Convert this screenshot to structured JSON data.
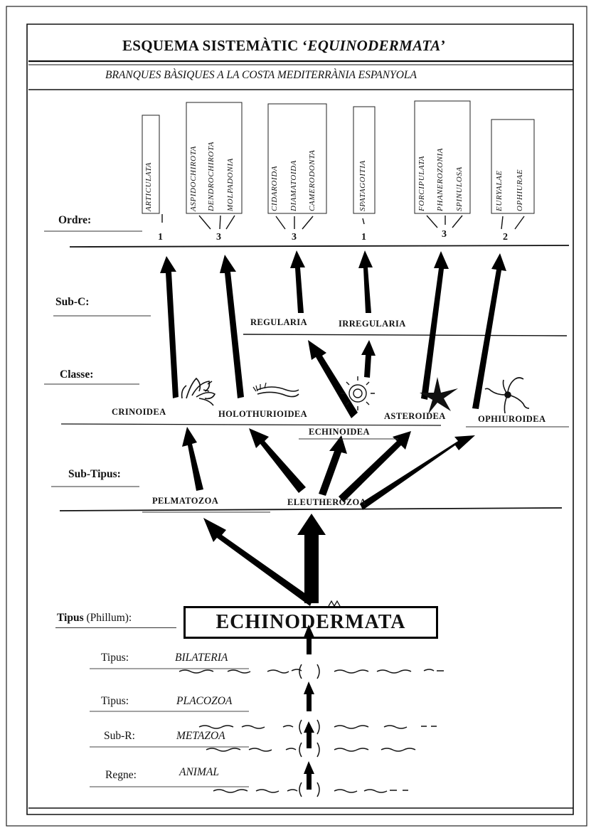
{
  "title": {
    "prefix": "ESQUEMA SISTEMÀTIC ‘",
    "italic": "EQUINODERMATA",
    "suffix": "’"
  },
  "subtitle": "BRANQUES BÀSIQUES A LA COSTA MEDITERRÀNIA ESPANYOLA",
  "levels": {
    "ordre": "Ordre:",
    "sub_c": "Sub-C:",
    "classe": "Classe:",
    "sub_tipus": "Sub-Tipus:"
  },
  "orders": [
    {
      "group": "crinoidea",
      "names": [
        "ARTICULATA"
      ],
      "count": "1"
    },
    {
      "group": "holothurioidea",
      "names": [
        "ASPIDOCHIROTA",
        "DENDROCHIROTA",
        "MOLPADONIA"
      ],
      "count": "3"
    },
    {
      "group": "regularia",
      "names": [
        "CIDAROIDA",
        "DIAMATOIDA",
        "CAMERODONTA"
      ],
      "count": "3"
    },
    {
      "group": "irregularia",
      "names": [
        "SPATAGOITIA"
      ],
      "count": "1"
    },
    {
      "group": "asteroidea",
      "names": [
        "FORCIPULATA",
        "PHANEROZONIA",
        "SPINULOSA"
      ],
      "count": "3"
    },
    {
      "group": "ophiuroidea",
      "names": [
        "EURYALAE",
        "OPHIURAE"
      ],
      "count": "2"
    }
  ],
  "subclasses": [
    "REGULARIA",
    "IRREGULARIA"
  ],
  "classes": [
    "CRINOIDEA",
    "HOLOTHURIOIDEA",
    "ECHINOIDEA",
    "ASTEROIDEA",
    "OPHIUROIDEA"
  ],
  "subtypes": [
    "PELMATOZOA",
    "ELEUTHEROZOA"
  ],
  "phylum": {
    "label_bold": "Tipus",
    "label_rest": " (Phillum):",
    "name": "ECHINODERMATA"
  },
  "base": [
    {
      "label": "Tipus:",
      "value": "BILATERIA"
    },
    {
      "label": "Tipus:",
      "value": "PLACOZOA"
    },
    {
      "label": "Sub-R:",
      "value": "METAZOA"
    },
    {
      "label": "Regne:",
      "value": "ANIMAL"
    }
  ],
  "icons": [
    "crinoid-icon",
    "sea-cucumber-icon",
    "sea-urchin-icon",
    "starfish-icon",
    "brittle-star-icon"
  ]
}
